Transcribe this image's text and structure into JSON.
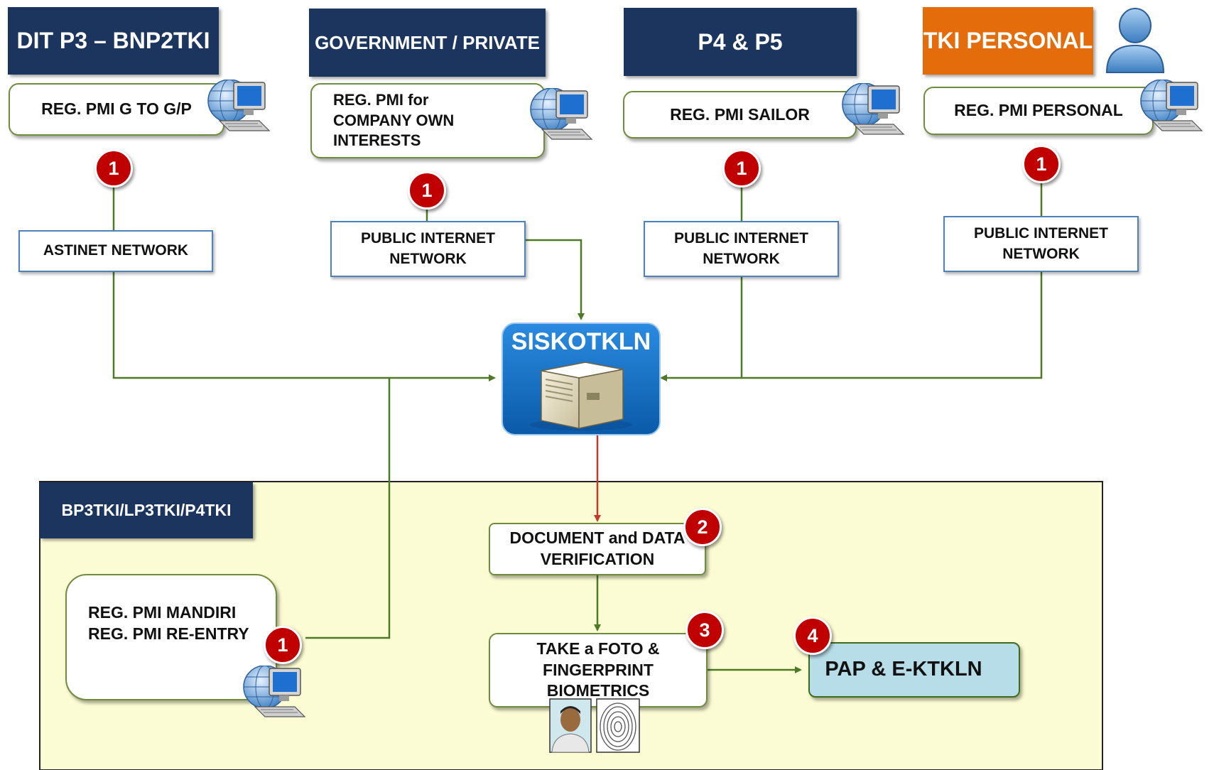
{
  "headers": {
    "dit": "DIT  P3 – BNP2TKI",
    "gov": "GOVERNMENT / PRIVATE",
    "p4p5": "P4 & P5",
    "tki": "TKI PERSONAL",
    "bp3": "BP3TKI/LP3TKI/P4TKI"
  },
  "nodes": {
    "reg_gtog": "REG. PMI G TO G/P",
    "reg_company": "REG. PMI  for\nCOMPANY OWN\nINTERESTS",
    "reg_sailor": "REG.  PMI SAILOR",
    "reg_personal": "REG. PMI PERSONAL",
    "reg_mandiri": "REG. PMI MANDIRI\nREG. PMI RE-ENTRY",
    "verification": "DOCUMENT and DATA\nVERIFICATION",
    "biometrics": "TAKE a FOTO &\nFINGERPRINT BIOMETRICS",
    "pap": "PAP & E-KTKLN"
  },
  "networks": {
    "astinet": "ASTINET NETWORK",
    "public1": "PUBLIC INTERNET\nNETWORK",
    "public2": "PUBLIC INTERNET\nNETWORK",
    "public3": "PUBLIC INTERNET\nNETWORK"
  },
  "server": {
    "label": "SISKOTKLN"
  },
  "steps": {
    "s1": "1",
    "s2": "2",
    "s3": "3",
    "s4": "4"
  },
  "colors": {
    "header_navy": "#1c355e",
    "header_orange": "#e46c0a",
    "step_badge": "#c00000",
    "connector_green": "#4e7a27",
    "connector_red": "#c0392b",
    "server_blue": "#0e6cc4",
    "zone_yellow": "#fcfcd4",
    "pap_fill": "#b7dde8"
  },
  "icons": [
    "globe-computer-icon",
    "user-icon",
    "server-icon",
    "photo-icon",
    "fingerprint-icon"
  ]
}
